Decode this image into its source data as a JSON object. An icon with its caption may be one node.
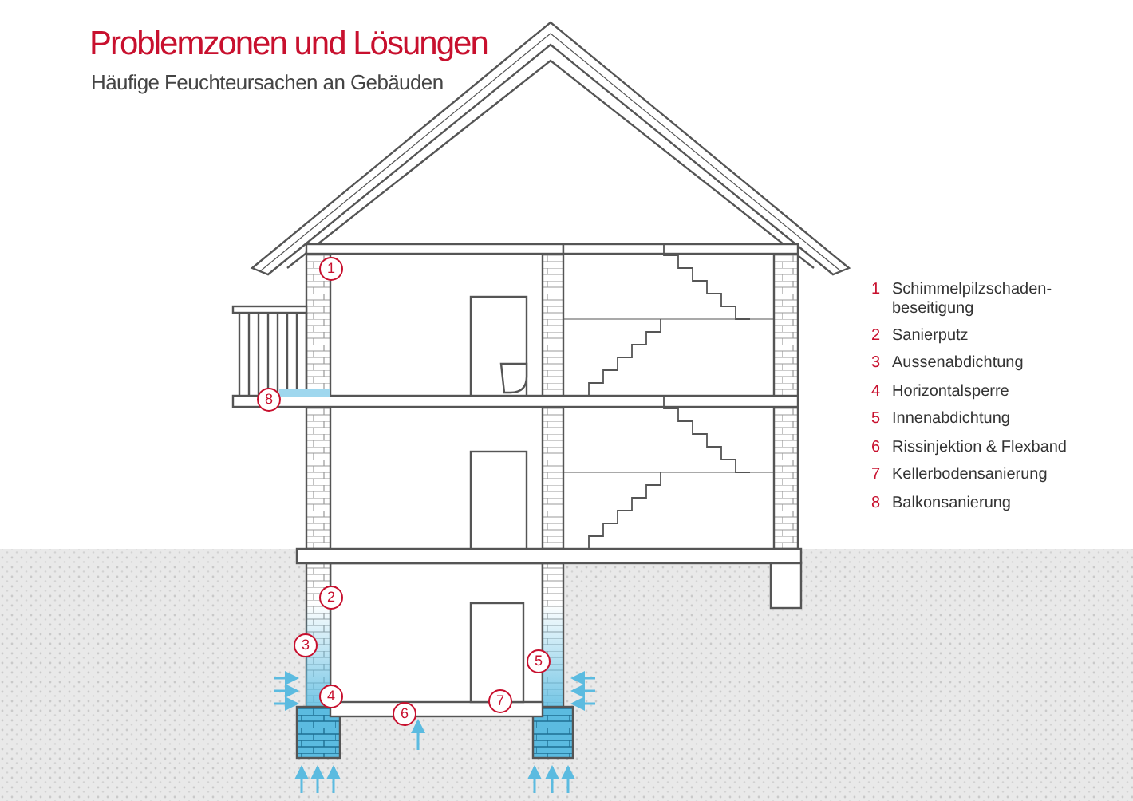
{
  "diagram": {
    "title": "Problemzonen und Lösungen",
    "labels": [
      "Häufige Feuchteursachen an Gebäuden",
      "1",
      "8",
      "2",
      "3",
      "5",
      "4",
      "7",
      "6",
      "1",
      "Schimmelpilzschaden- beseitigung",
      "2",
      "Sanierputz",
      "3",
      "Aussenabdichtung",
      "4",
      "Horizontalsperre",
      "5",
      "Innenabdichtung",
      "6",
      "Rissinjektion & Flexband",
      "7",
      "Kellerbodensanierung",
      "8",
      "Balkonsanierung"
    ]
  }
}
